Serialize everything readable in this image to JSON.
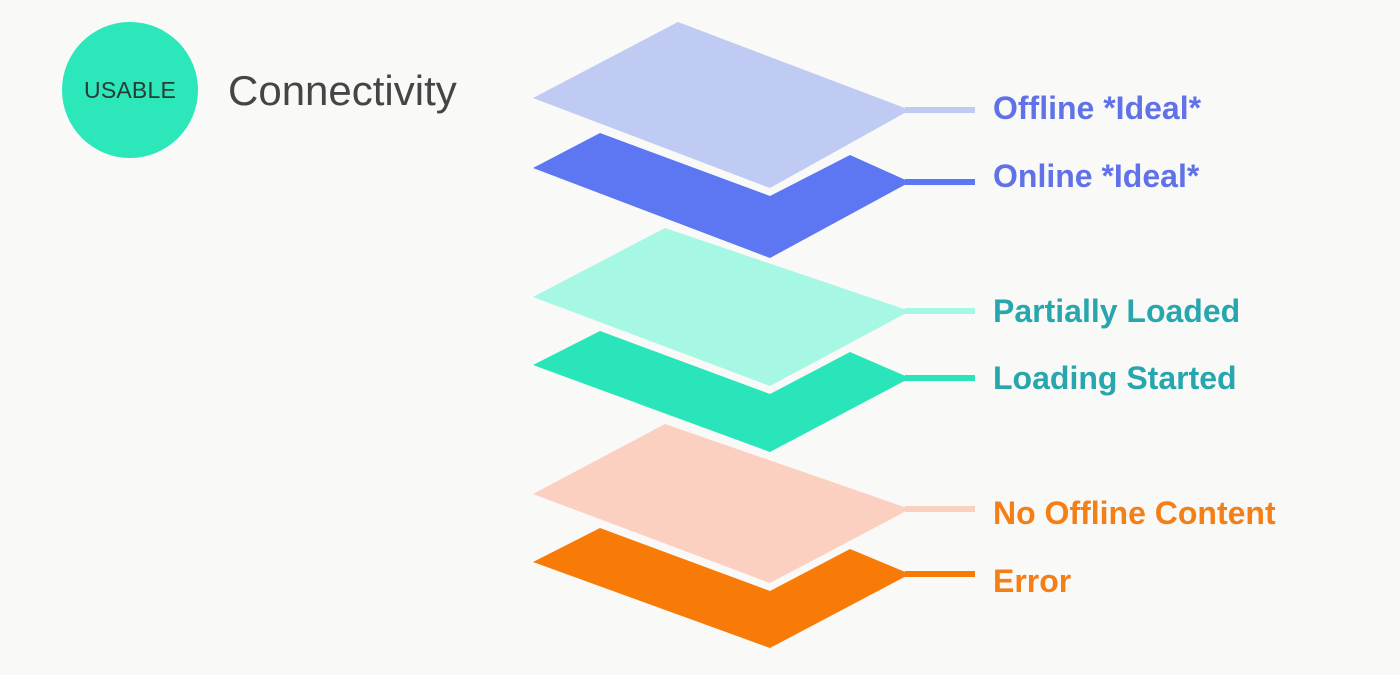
{
  "badge": {
    "label": "USABLE",
    "color": "#2be7ba"
  },
  "title": "Connectivity",
  "layers": [
    {
      "label": "Offline *Ideal*",
      "fill": "#c0cbf4",
      "text_color": "#6172e8"
    },
    {
      "label": "Online *Ideal*",
      "fill": "#5d77f3",
      "text_color": "#6172e8"
    },
    {
      "label": "Partially Loaded",
      "fill": "#a6f7e3",
      "text_color": "#27a7ad"
    },
    {
      "label": "Loading Started",
      "fill": "#29e5b9",
      "text_color": "#27a7ad"
    },
    {
      "label": "No Offline Content",
      "fill": "#fbd0c1",
      "text_color": "#f57f17"
    },
    {
      "label": "Error",
      "fill": "#f87a07",
      "text_color": "#f57f17"
    }
  ]
}
